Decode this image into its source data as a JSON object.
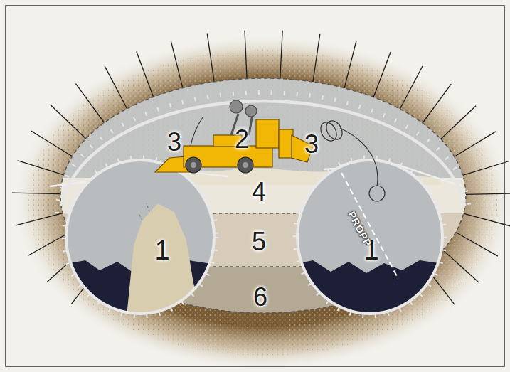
{
  "diagram": {
    "labels": [
      "3",
      "2",
      "3",
      "4",
      "1",
      "5",
      "1",
      "6",
      "PROPP"
    ]
  }
}
